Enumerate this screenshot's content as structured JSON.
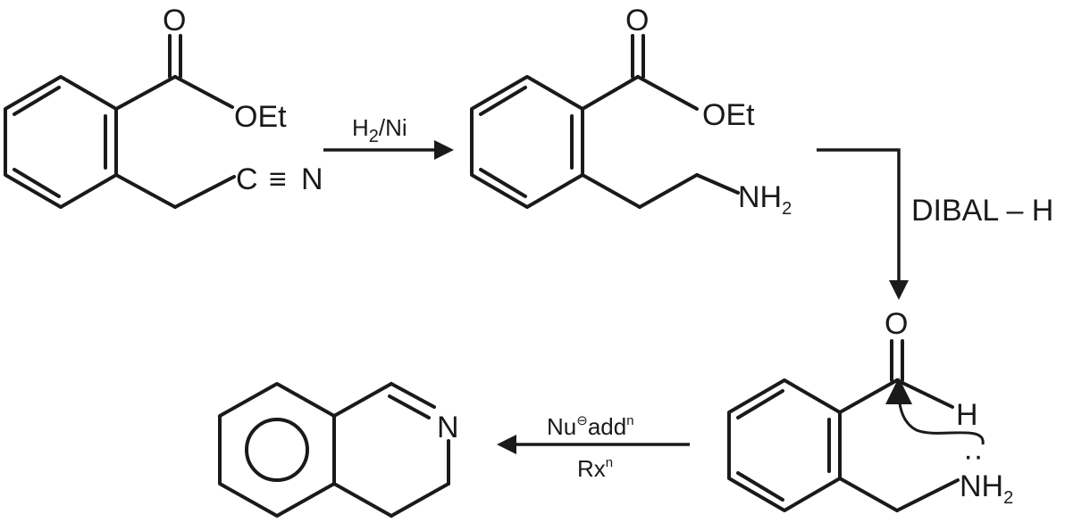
{
  "compound1": {
    "carbonyl_o": "O",
    "ester": "OEt",
    "nitrile_c": "C",
    "triple_bond": "≡",
    "nitrile_n": "N"
  },
  "step1": {
    "reagent_main": "H",
    "reagent_sub": "2",
    "reagent_rest": "/Ni"
  },
  "compound2": {
    "carbonyl_o": "O",
    "ester": "OEt",
    "amine": "NH",
    "amine_sub": "2"
  },
  "step2": {
    "reagent": "DIBAL – H"
  },
  "compound3": {
    "carbonyl_o": "O",
    "aldehyde_h": "H",
    "lone_pair": "··",
    "amine": "NH",
    "amine_sub": "2"
  },
  "step3": {
    "line1_a": "Nu",
    "line1_sup_charge": "⊖",
    "line1_b": "add",
    "line1_sup": "n",
    "line2_a": "Rx",
    "line2_sup": "n"
  },
  "product": {
    "ring_n": "N"
  }
}
